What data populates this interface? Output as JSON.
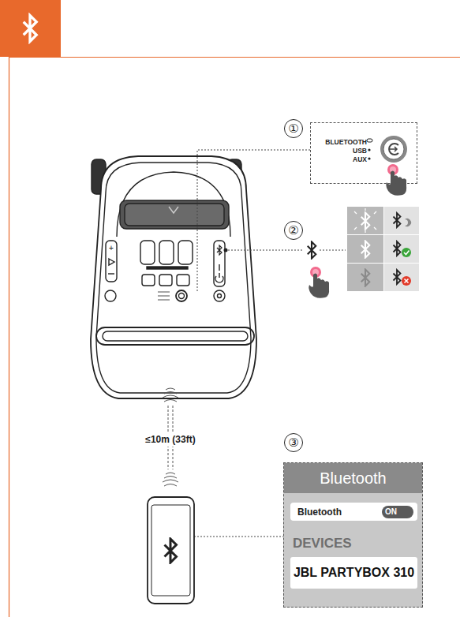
{
  "diagram": {
    "nodes": [
      {
        "text": [
          "BLUETOOTH",
          "USB",
          "AUX"
        ]
      },
      {
        "text": [
          "Bluetooth",
          "DEVICES"
        ]
      },
      {
        "text": [
          "Bluetooth"
        ],
        "in": 1
      },
      {
        "text": [
          "ON"
        ],
        "in": 2
      },
      {
        "text": [
          "JBL PARTYBOX 310"
        ],
        "in": 1
      }
    ],
    "labels": [
      "①",
      "②",
      "≤10m (33ft)",
      "③"
    ]
  }
}
